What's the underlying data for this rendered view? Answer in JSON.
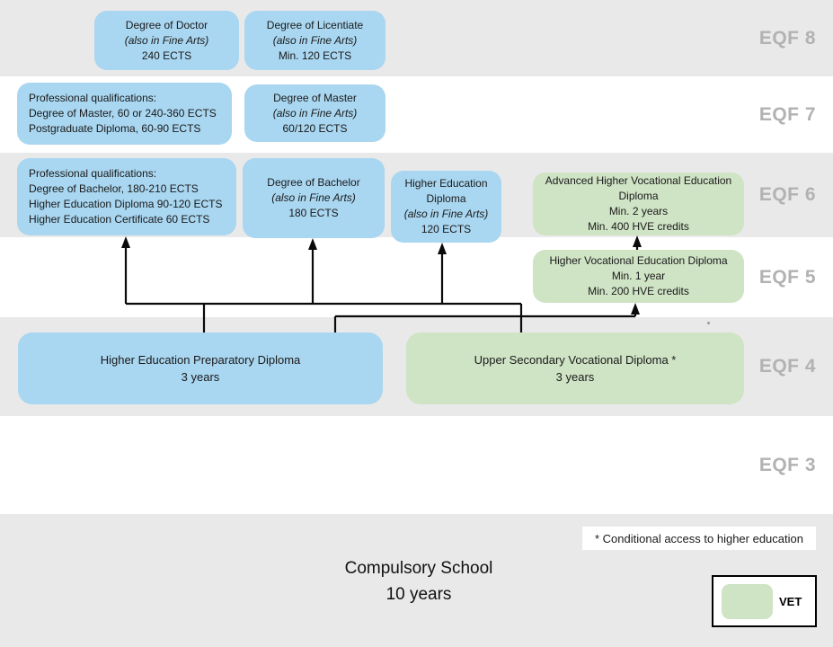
{
  "colors": {
    "higher_education_blue": "#A9D6F0",
    "vet_green": "#CFE3C5",
    "band_gray": "#E9E9E9",
    "eqf_label_gray": "#B2B2B2",
    "connector_black": "#0A0A0A"
  },
  "eqf": {
    "l8": "EQF 8",
    "l7": "EQF 7",
    "l6": "EQF 6",
    "l5": "EQF 5",
    "l4": "EQF 4",
    "l3": "EQF 3"
  },
  "boxes": {
    "doctor": {
      "lines": [
        "Degree of Doctor",
        "(also in Fine Arts)",
        "240 ECTS"
      ]
    },
    "licentiate": {
      "lines": [
        "Degree of Licentiate",
        "(also in Fine Arts)",
        "Min. 120 ECTS"
      ]
    },
    "prof7": {
      "lines": [
        "Professional qualifications:",
        "Degree of Master, 60 or 240-360 ECTS",
        "Postgraduate Diploma, 60-90 ECTS"
      ]
    },
    "master": {
      "lines": [
        "Degree of Master",
        "(also in Fine Arts)",
        "60/120 ECTS"
      ]
    },
    "prof6": {
      "lines": [
        "Professional qualifications:",
        "Degree of Bachelor, 180-210 ECTS",
        "Higher Education Diploma 90-120 ECTS",
        "Higher Education Certificate 60 ECTS"
      ]
    },
    "bachelor": {
      "lines": [
        "Degree of Bachelor",
        "(also in Fine Arts)",
        "180 ECTS"
      ]
    },
    "hed": {
      "lines": [
        "Higher Education Diploma",
        "(also in Fine Arts)",
        "120 ECTS"
      ]
    },
    "advhve": {
      "lines": [
        "Advanced Higher Vocational Education Diploma",
        "Min. 2 years",
        "Min. 400 HVE credits"
      ]
    },
    "hve": {
      "lines": [
        "Higher Vocational Education Diploma",
        "Min. 1 year",
        "Min. 200 HVE credits"
      ]
    },
    "prep": {
      "lines": [
        "Higher Education Preparatory Diploma",
        "3 years"
      ]
    },
    "voc": {
      "lines": [
        "Upper Secondary Vocational Diploma *",
        "3 years"
      ]
    }
  },
  "note": "* Conditional access to higher education",
  "legend": {
    "label": "VET"
  },
  "compulsory": {
    "line1": "Compulsory School",
    "line2": "10 years"
  }
}
